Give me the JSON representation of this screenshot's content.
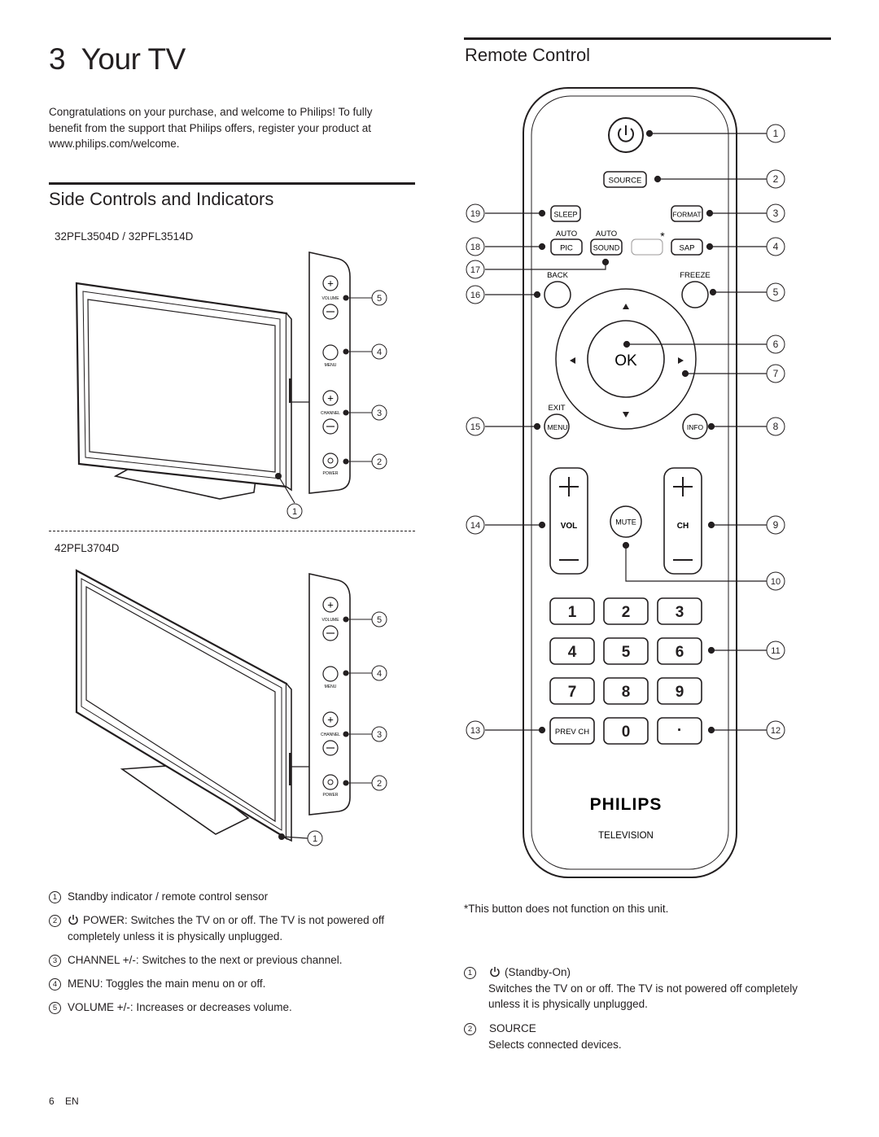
{
  "chapter": {
    "number": "3",
    "title": "Your TV"
  },
  "intro": "Congratulations on your purchase, and welcome to Philips! To fully benefit from the support that Philips offers, register your product at www.philips.com/welcome.",
  "side_controls": {
    "heading": "Side Controls and Indicators",
    "model_a": "32PFL3504D / 32PFL3514D",
    "model_b": "42PFL3704D",
    "panel_labels": {
      "volume": "VOLUME",
      "menu": "MENU",
      "channel": "CHANNEL",
      "power": "POWER"
    },
    "callouts": [
      "1",
      "2",
      "3",
      "4",
      "5"
    ],
    "legend": [
      {
        "num": "1",
        "text": "Standby indicator / remote control sensor"
      },
      {
        "num": "2",
        "text": "POWER: Switches the TV on or off. The TV is not powered off completely unless it is physically unplugged."
      },
      {
        "num": "3",
        "text": "CHANNEL +/-: Switches to the next or previous channel."
      },
      {
        "num": "4",
        "text": "MENU: Toggles the main menu on or off."
      },
      {
        "num": "5",
        "text": "VOLUME +/-: Increases or decreases volume."
      }
    ]
  },
  "remote": {
    "heading": "Remote Control",
    "buttons": {
      "source": "SOURCE",
      "sleep": "SLEEP",
      "format": "FORMAT",
      "auto1": "AUTO",
      "auto2": "AUTO",
      "pic": "PIC",
      "sound": "SOUND",
      "sap": "SAP",
      "star": "*",
      "back": "BACK",
      "freeze": "FREEZE",
      "ok": "OK",
      "exit": "EXIT",
      "menu": "MENU",
      "info": "INFO",
      "vol": "VOL",
      "ch": "CH",
      "mute": "MUTE",
      "prevch": "PREV CH",
      "dot": "·",
      "digits": [
        "1",
        "2",
        "3",
        "4",
        "5",
        "6",
        "7",
        "8",
        "9",
        "0"
      ]
    },
    "brand": "PHILIPS",
    "brand_sub": "TELEVISION",
    "callouts": [
      "1",
      "2",
      "3",
      "4",
      "5",
      "6",
      "7",
      "8",
      "9",
      "10",
      "11",
      "12",
      "13",
      "14",
      "15",
      "16",
      "17",
      "18",
      "19"
    ],
    "footnote": "*This button does not function on this unit.",
    "desc": [
      {
        "num": "1",
        "title": "(Standby-On)",
        "text": "Switches the TV on or off. The TV is not powered off completely unless it is physically unplugged."
      },
      {
        "num": "2",
        "title": "SOURCE",
        "text": "Selects connected devices."
      }
    ]
  },
  "footer": {
    "page": "6",
    "lang": "EN"
  }
}
